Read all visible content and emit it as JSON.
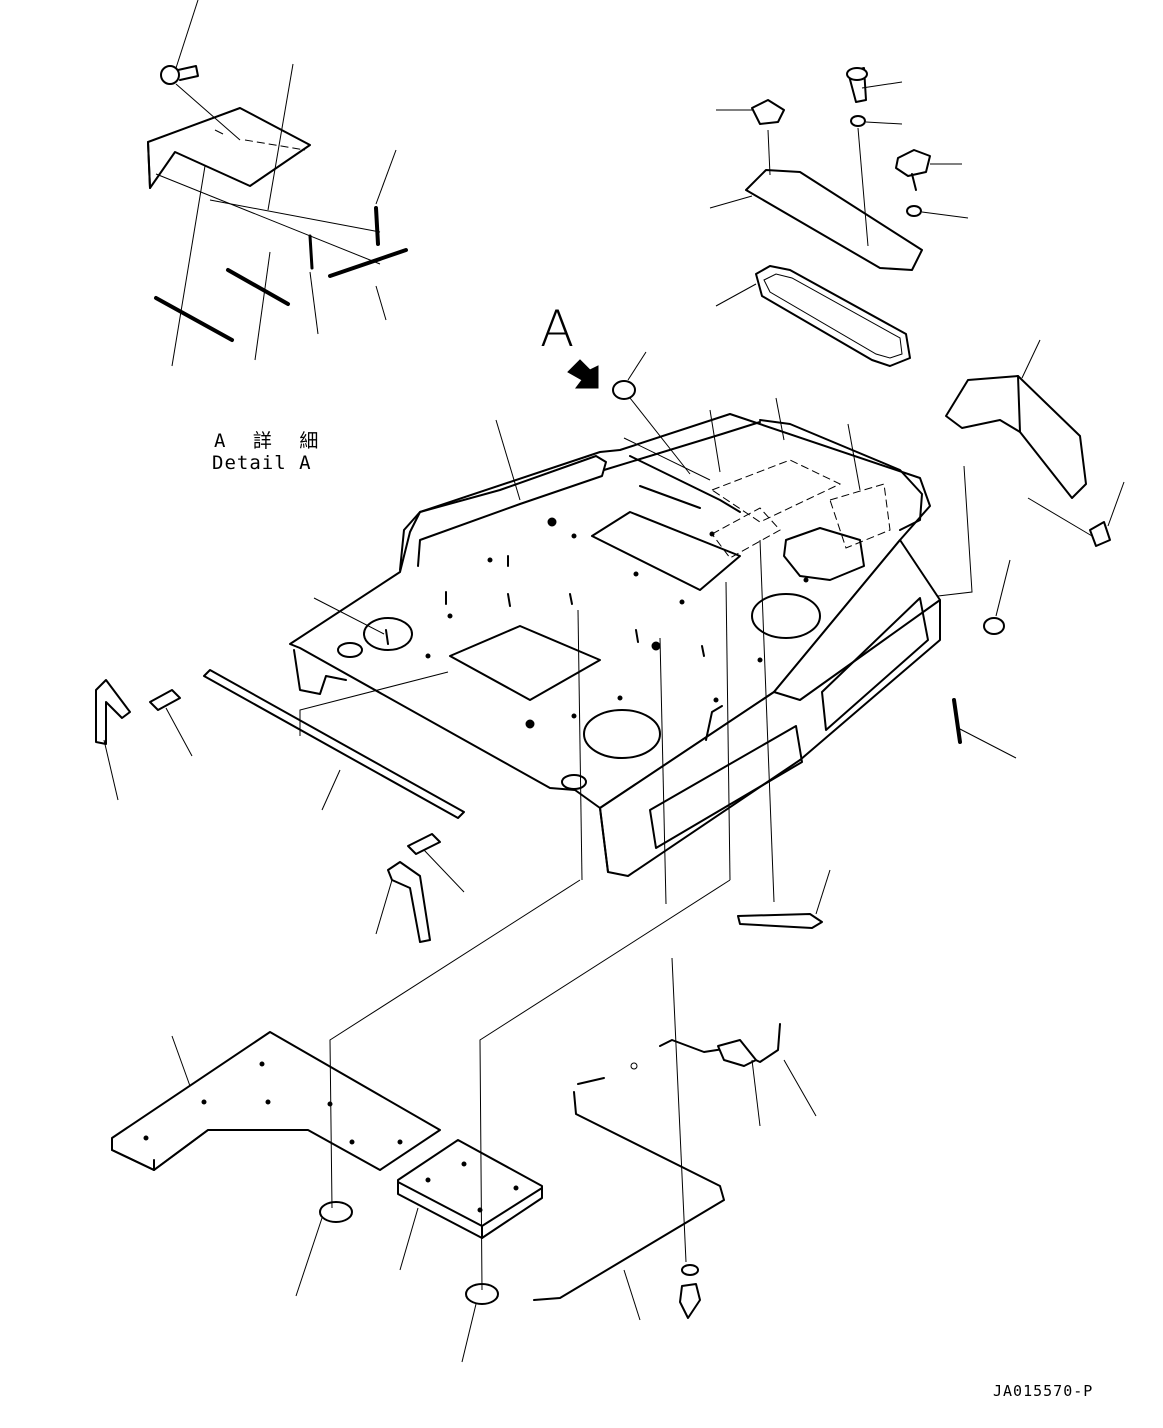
{
  "labels": {
    "view_letter": "A",
    "detail_jp": "A 詳 細",
    "detail_en": "Detail A",
    "drawing_number": "JA015570-P"
  }
}
